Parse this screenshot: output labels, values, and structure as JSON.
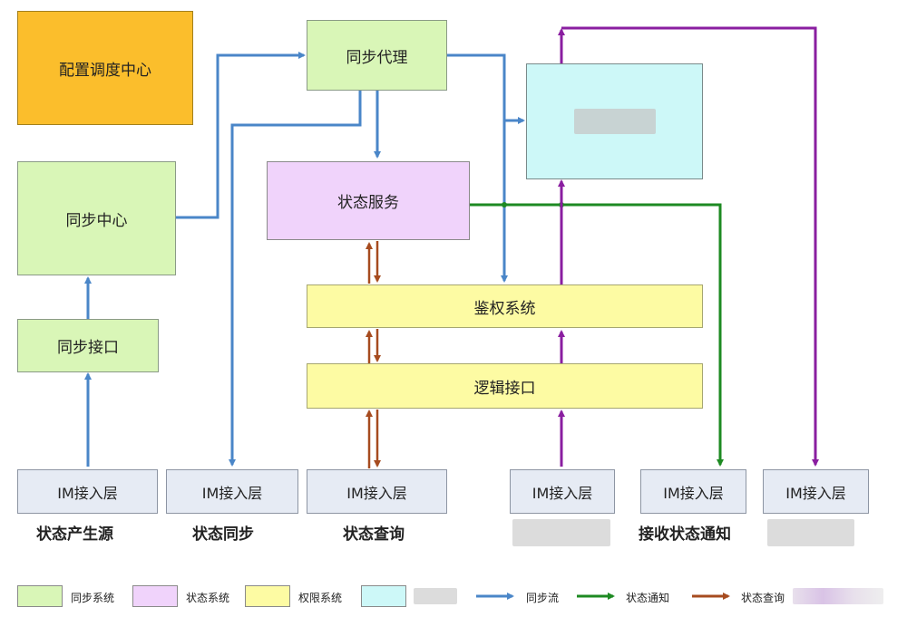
{
  "boxes": {
    "config_center": "配置调度中心",
    "sync_proxy": "同步代理",
    "sync_center": "同步中心",
    "sync_interface": "同步接口",
    "status_service": "状态服务",
    "auth_system": "鉴权系统",
    "logic_interface": "逻辑接口"
  },
  "im_layers": [
    "IM接入层",
    "IM接入层",
    "IM接入层",
    "IM接入层",
    "IM接入层",
    "IM接入层"
  ],
  "captions": [
    "状态产生源",
    "状态同步",
    "状态查询",
    "",
    "接收状态通知",
    ""
  ],
  "legend": {
    "items": [
      "同步系统",
      "状态系统",
      "权限系统",
      "",
      "同步流",
      "状态通知",
      "状态查询"
    ]
  },
  "colors": {
    "sync_flow": "#4a86c8",
    "notify_flow": "#1d8a22",
    "query_flow": "#a64b1f",
    "push_flow": "#8a1ea0"
  }
}
